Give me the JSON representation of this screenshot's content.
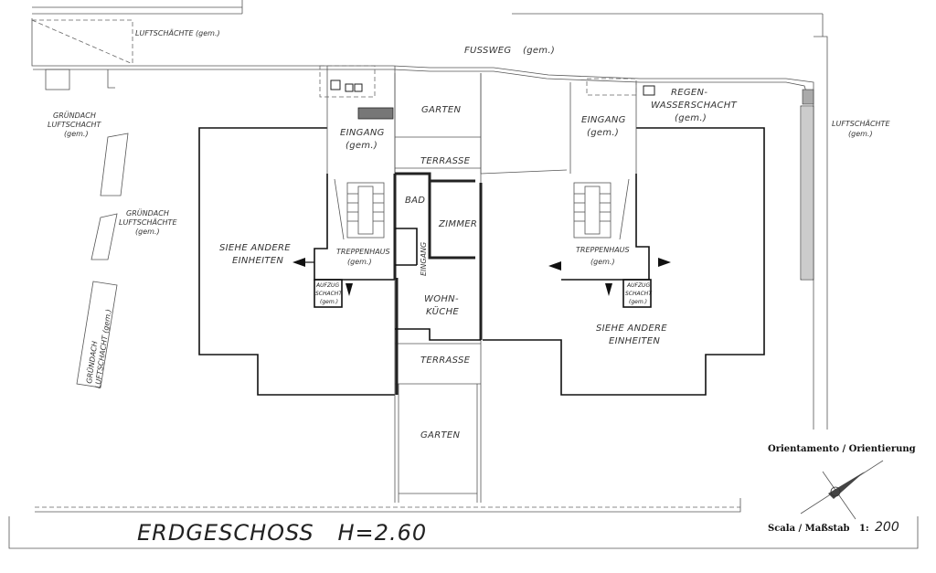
{
  "labels": {
    "luftschaechte_top": "LUFTSCHÄCHTE (gem.)",
    "fussweg": "FUSSWEG",
    "fussweg_gem": "(gem.)",
    "gruendach1_l1": "GRÜNDACH",
    "gruendach1_l2": "LUFTSCHACHT",
    "gruendach1_l3": "(gem.)",
    "gruendach2_l1": "GRÜNDACH",
    "gruendach2_l2": "LUFTSCHÄCHTE",
    "gruendach2_l3": "(gem.)",
    "gruendach3_l1": "GRÜNDACH",
    "gruendach3_l2": "LUFTSCHACHT (gem.)",
    "garten_top": "GARTEN",
    "eingang_left": "EINGANG",
    "eingang_left_gem": "(gem.)",
    "eingang_right": "EINGANG",
    "eingang_right_gem": "(gem.)",
    "regen_l1": "REGEN-",
    "regen_l2": "WASSERSCHACHT",
    "regen_l3": "(gem.)",
    "luftschaechte_right": "LUFTSCHÄCHTE",
    "luftschaechte_right_gem": "(gem.)",
    "terrasse_top": "TERRASSE",
    "bad": "BAD",
    "zimmer": "ZIMMER",
    "eingang_mid": "EINGANG",
    "siehe_left_l1": "SIEHE ANDERE",
    "siehe_left_l2": "EINHEITEN",
    "treppenhaus_left": "TREPPENHAUS",
    "treppenhaus_left_gem": "(gem.)",
    "treppenhaus_right": "TREPPENHAUS",
    "treppenhaus_right_gem": "(gem.)",
    "aufzug_left_l1": "AUFZUG",
    "aufzug_left_l2": "SCHACHT",
    "aufzug_left_l3": "(gem.)",
    "aufzug_right_l1": "AUFZUG",
    "aufzug_right_l2": "SCHACHT",
    "aufzug_right_l3": "(gem.)",
    "wohn_l1": "WOHN-",
    "wohn_l2": "KÜCHE",
    "siehe_right_l1": "SIEHE ANDERE",
    "siehe_right_l2": "EINHEITEN",
    "terrasse_bottom": "TERRASSE",
    "garten_bottom": "GARTEN"
  },
  "title_block": {
    "title": "ERDGESCHOSS   H=2.60",
    "orientation": "Orientamento / Orientierung",
    "scale_label": "Scala / Maßstab",
    "scale_prefix": "1:",
    "scale_value": "200"
  }
}
